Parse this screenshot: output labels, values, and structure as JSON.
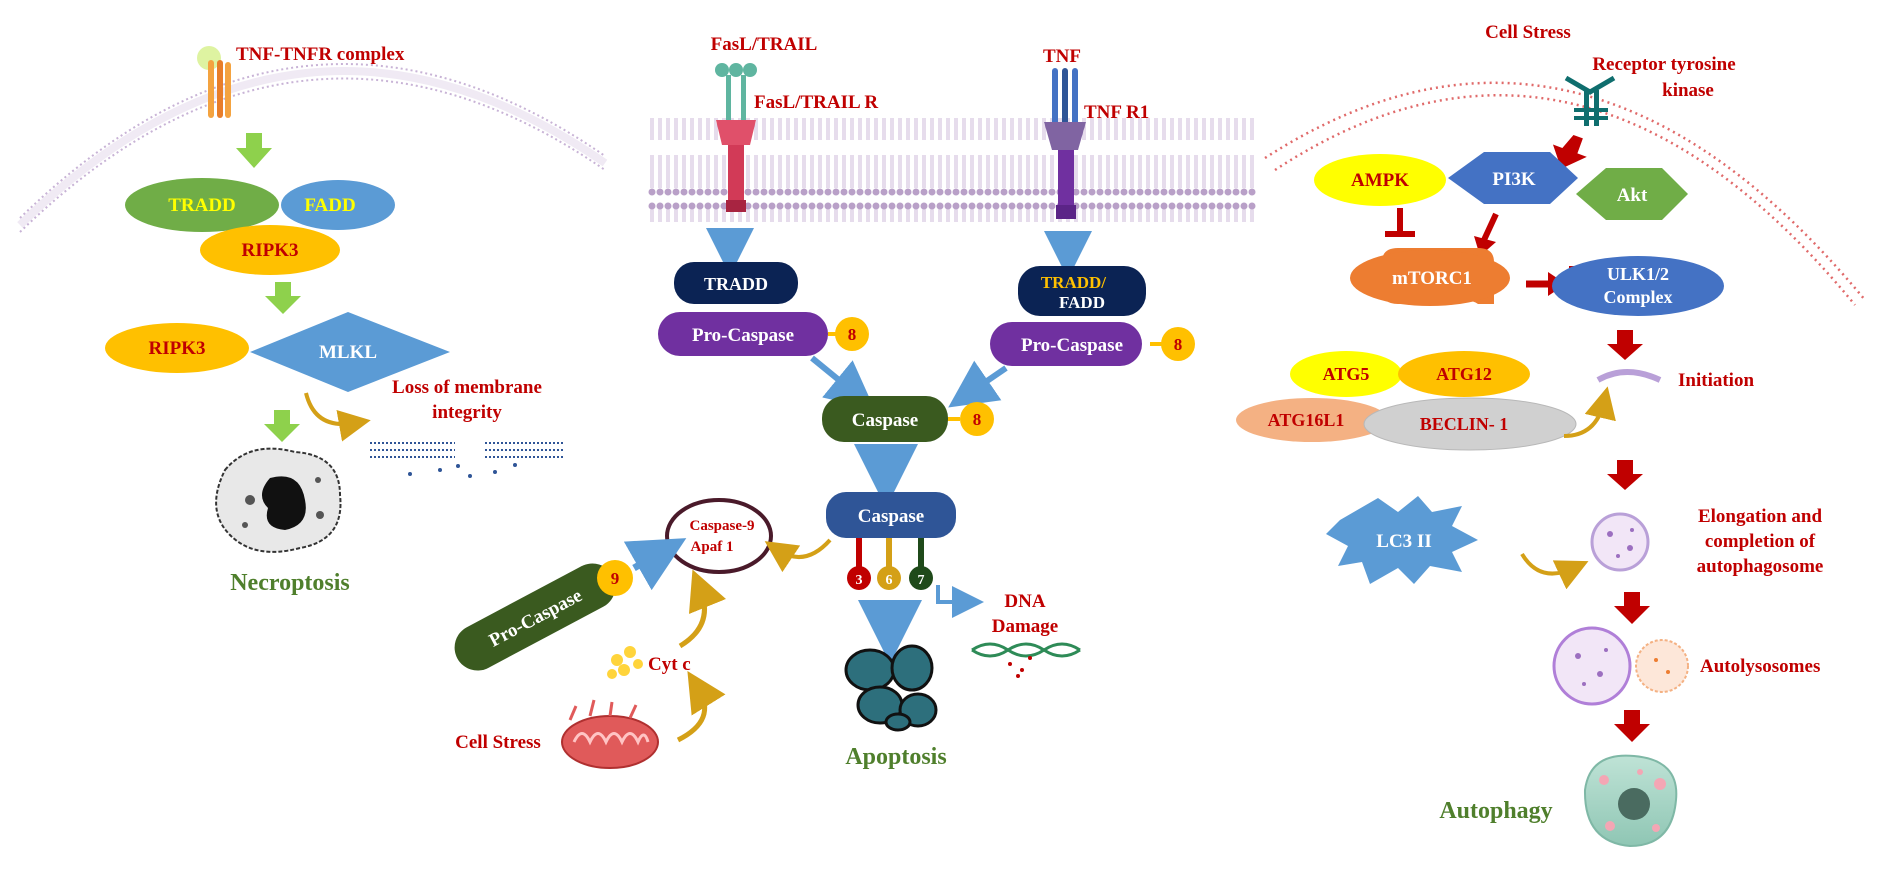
{
  "colors": {
    "red_label": "#c00000",
    "green_label": "#4f7f2c",
    "membrane": "#b9a0c8",
    "arrow_blue": "#5b9bd5",
    "arrow_green": "#7ed321",
    "arrow_red": "#c00000",
    "orange": "#ffc000",
    "purple": "#7030a0",
    "dark_green": "#3a5a1f",
    "navy": "#0b2354",
    "steel_blue": "#2f5597"
  },
  "necroptosis": {
    "tnf_tnfr_complex": "TNF-TNFR complex",
    "tradd": "TRADD",
    "fadd": "FADD",
    "ripk3_top": "RIPK3",
    "ripk3_left": "RIPK3",
    "mlkl": "MLKL",
    "loss_line1": "Loss of membrane",
    "loss_line2": "integrity",
    "title": "Necroptosis"
  },
  "apoptosis": {
    "fasl_trail": "FasL/TRAIL",
    "fasl_trail_r": "FasL/TRAIL R",
    "tnf": "TNF",
    "tnf_r1": "TNF R1",
    "tradd": "TRADD",
    "tradd_fadd_line1": "TRADD/",
    "tradd_fadd_line2": "FADD",
    "pro_caspase_left": "Pro-Caspase",
    "pro_caspase_right": "Pro-Caspase",
    "eight_a": "8",
    "eight_b": "8",
    "eight_c": "8",
    "caspase_mid": "Caspase",
    "caspase_exec": "Caspase",
    "c3": "3",
    "c6": "6",
    "c7": "7",
    "dna_line1": "DNA",
    "dna_line2": "Damage",
    "caspase9_line1": "Caspase-9",
    "caspase9_line2": "Apaf 1",
    "pro_caspase9": "Pro-Caspase",
    "nine": "9",
    "cyt_c": "Cyt c",
    "cell_stress": "Cell Stress",
    "title": "Apoptosis"
  },
  "autophagy": {
    "cell_stress": "Cell Stress",
    "rtk_line1": "Receptor tyrosine",
    "rtk_line2": "kinase",
    "ampk": "AMPK",
    "pi3k": "PI3K",
    "akt": "Akt",
    "mtorc1": "mTORC1",
    "ulk_line1": "ULK1/2",
    "ulk_line2": "Complex",
    "atg5": "ATG5",
    "atg12": "ATG12",
    "atg16l1": "ATG16L1",
    "beclin": "BECLIN- 1",
    "initiation": "Initiation",
    "lc3": "LC3 II",
    "elong_line1": "Elongation and",
    "elong_line2": "completion of",
    "elong_line3": "autophagosome",
    "autolysosomes": "Autolysosomes",
    "title": "Autophagy"
  }
}
